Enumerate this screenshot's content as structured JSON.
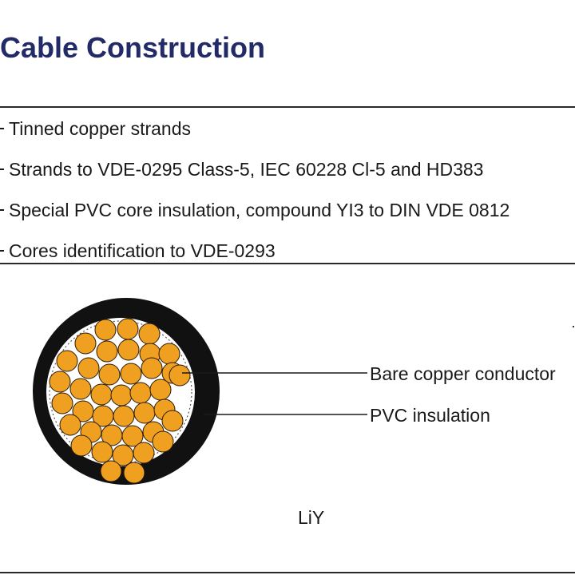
{
  "header": {
    "title": "Cable Construction"
  },
  "specs": [
    "Tinned copper strands",
    "Strands to VDE-0295 Class-5, IEC 60228 Cl-5 and HD383",
    "Special PVC core insulation, compound YI3 to DIN VDE 0812",
    "Cores identification to VDE-0293"
  ],
  "diagram": {
    "callouts": {
      "conductor": "Bare copper conductor",
      "insulation": "PVC insulation"
    },
    "caption": "LiY"
  },
  "colors": {
    "title": "#222a68",
    "strand_fill": "#f0a020",
    "strand_stroke": "#2a1a05",
    "jacket": "#111111"
  }
}
